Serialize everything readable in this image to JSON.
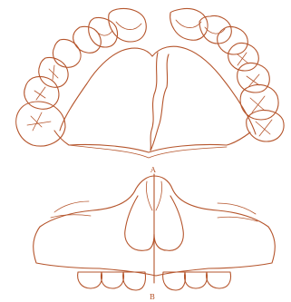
{
  "diagram": {
    "stroke_color": "#b5552c",
    "background": "#ffffff",
    "labels": {
      "upper_point": "A",
      "lower_point": "B"
    },
    "views": [
      "upper-jaw-occlusal-view",
      "maxilla-frontal-view"
    ]
  }
}
